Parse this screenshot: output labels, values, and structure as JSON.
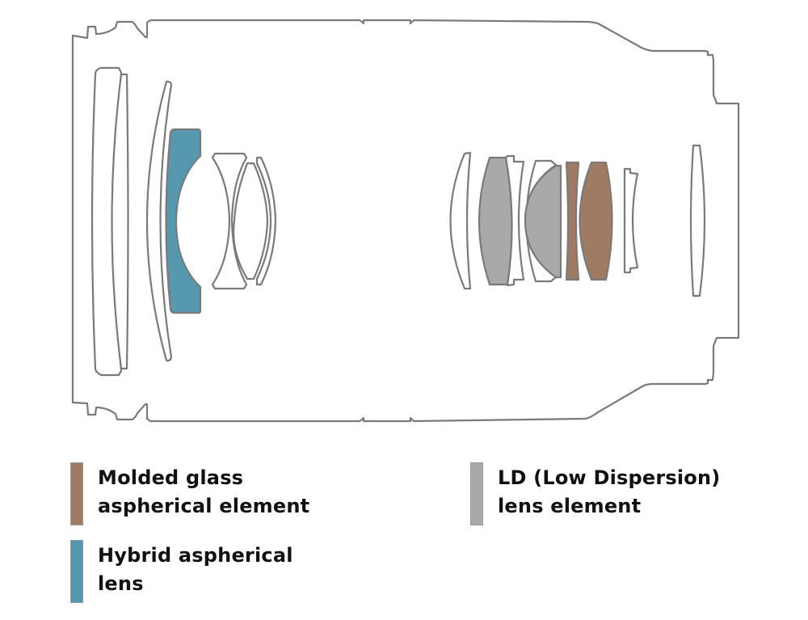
{
  "diagram": {
    "title": "Lens construction diagram",
    "colors": {
      "outline": "#7a7a7a",
      "background": "#ffffff",
      "plain_glass": "#ffffff",
      "molded_glass_aspherical": "#9e7b62",
      "hybrid_aspherical": "#5698ae",
      "low_dispersion": "#a9a9a9"
    },
    "front_group": [
      {
        "id": "f1",
        "type": "plain"
      },
      {
        "id": "f2",
        "type": "plain"
      },
      {
        "id": "f3",
        "type": "plain"
      },
      {
        "id": "f4",
        "type": "hybrid_aspherical"
      },
      {
        "id": "f5",
        "type": "plain"
      },
      {
        "id": "f6",
        "type": "plain"
      },
      {
        "id": "f7",
        "type": "plain"
      }
    ],
    "rear_group": [
      {
        "id": "r1",
        "type": "plain"
      },
      {
        "id": "r2",
        "type": "low_dispersion"
      },
      {
        "id": "r3",
        "type": "plain"
      },
      {
        "id": "r4",
        "type": "plain"
      },
      {
        "id": "r5",
        "type": "low_dispersion"
      },
      {
        "id": "r6",
        "type": "molded_glass_aspherical"
      },
      {
        "id": "r7",
        "type": "molded_glass_aspherical"
      },
      {
        "id": "r8",
        "type": "plain"
      },
      {
        "id": "r9",
        "type": "plain"
      }
    ]
  },
  "legend": [
    {
      "key": "molded_glass_aspherical",
      "color": "#9e7b62",
      "lines": [
        "Molded glass",
        "aspherical element"
      ]
    },
    {
      "key": "hybrid_aspherical",
      "color": "#5698ae",
      "lines": [
        "Hybrid aspherical",
        "lens"
      ]
    },
    {
      "key": "low_dispersion",
      "color": "#a9a9a9",
      "lines": [
        "LD (Low Dispersion)",
        "lens element"
      ]
    }
  ]
}
